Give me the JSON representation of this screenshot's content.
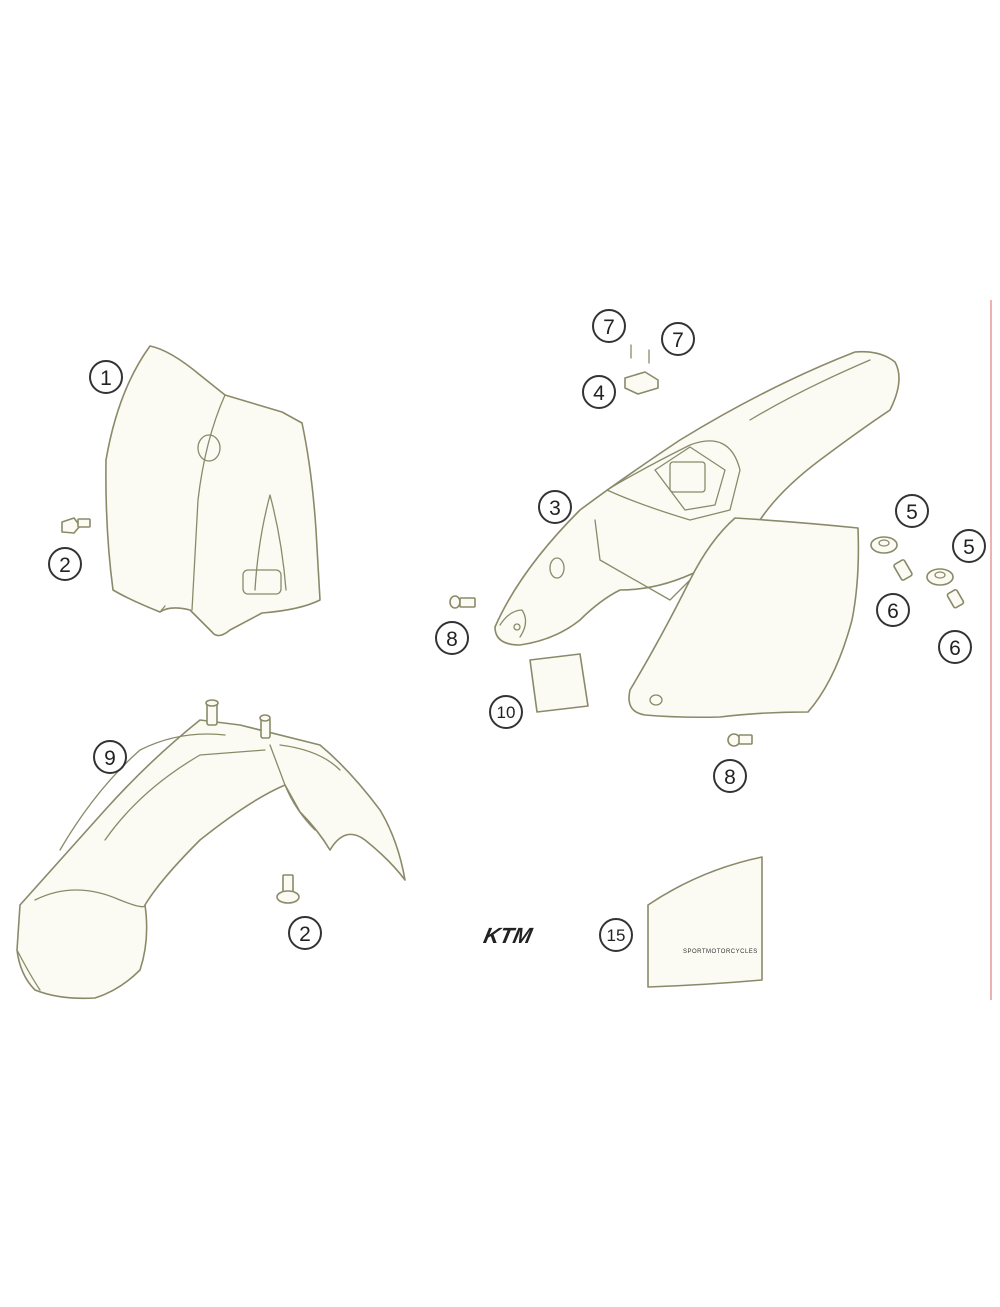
{
  "callouts": {
    "c1": "1",
    "c2a": "2",
    "c2b": "2",
    "c3": "3",
    "c4": "4",
    "c5a": "5",
    "c5b": "5",
    "c6a": "6",
    "c6b": "6",
    "c7a": "7",
    "c7b": "7",
    "c8a": "8",
    "c8b": "8",
    "c9": "9",
    "c10": "10",
    "c15": "15"
  },
  "decal": {
    "logo": "KTM",
    "tagline": "SPORTMOTORCYCLES"
  },
  "colors": {
    "line": "#8a8a6a",
    "fill": "#fbfbf3",
    "callout": "#333333",
    "edge_line": "#e08080"
  }
}
